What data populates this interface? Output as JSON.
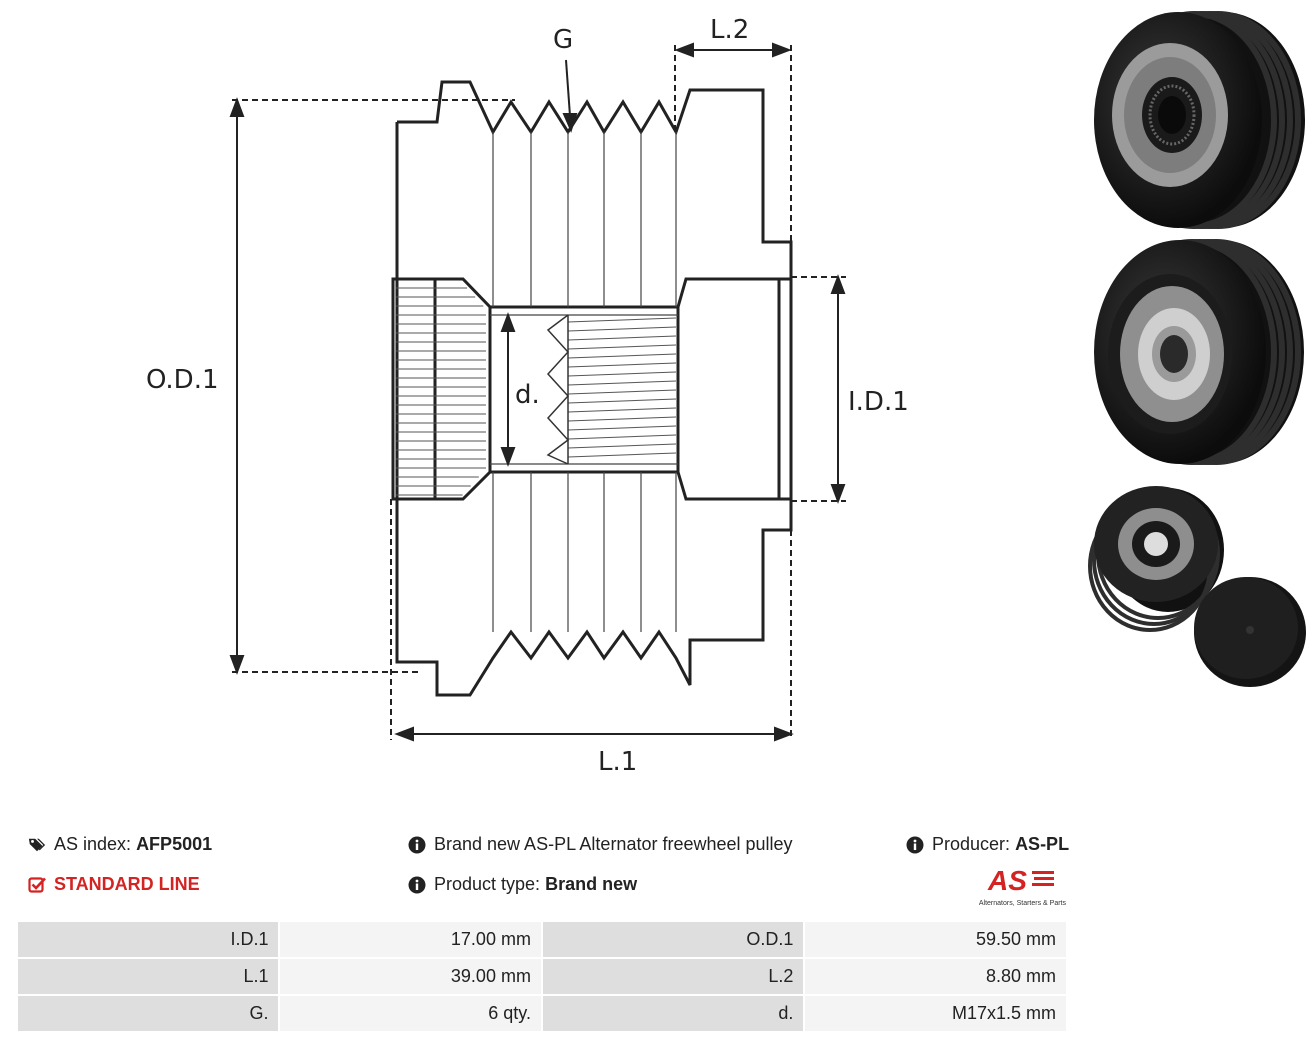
{
  "diagram": {
    "labels": {
      "g": "G",
      "l2": "L.2",
      "od1": "O.D.1",
      "id1": "I.D.1",
      "d": "d.",
      "l1": "L.1"
    }
  },
  "info": {
    "as_index_label": "AS index:",
    "as_index_value": "AFP5001",
    "line": "STANDARD LINE",
    "description": "Brand new AS-PL Alternator freewheel pulley",
    "product_type_label": "Product type:",
    "product_type_value": "Brand new",
    "producer_label": "Producer:",
    "producer_value": "AS-PL"
  },
  "logo": {
    "mark": "AS",
    "tagline": "Alternators, Starters & Parts"
  },
  "specs": [
    {
      "k1": "I.D.1",
      "v1": "17.00 mm",
      "k2": "O.D.1",
      "v2": "59.50 mm"
    },
    {
      "k1": "L.1",
      "v1": "39.00 mm",
      "k2": "L.2",
      "v2": "8.80 mm"
    },
    {
      "k1": "G.",
      "v1": "6 qty.",
      "k2": "d.",
      "v2": "M17x1.5 mm"
    }
  ],
  "colors": {
    "accent_red": "#d32323",
    "key_cell": "#dedede",
    "value_cell": "#f4f4f4"
  }
}
